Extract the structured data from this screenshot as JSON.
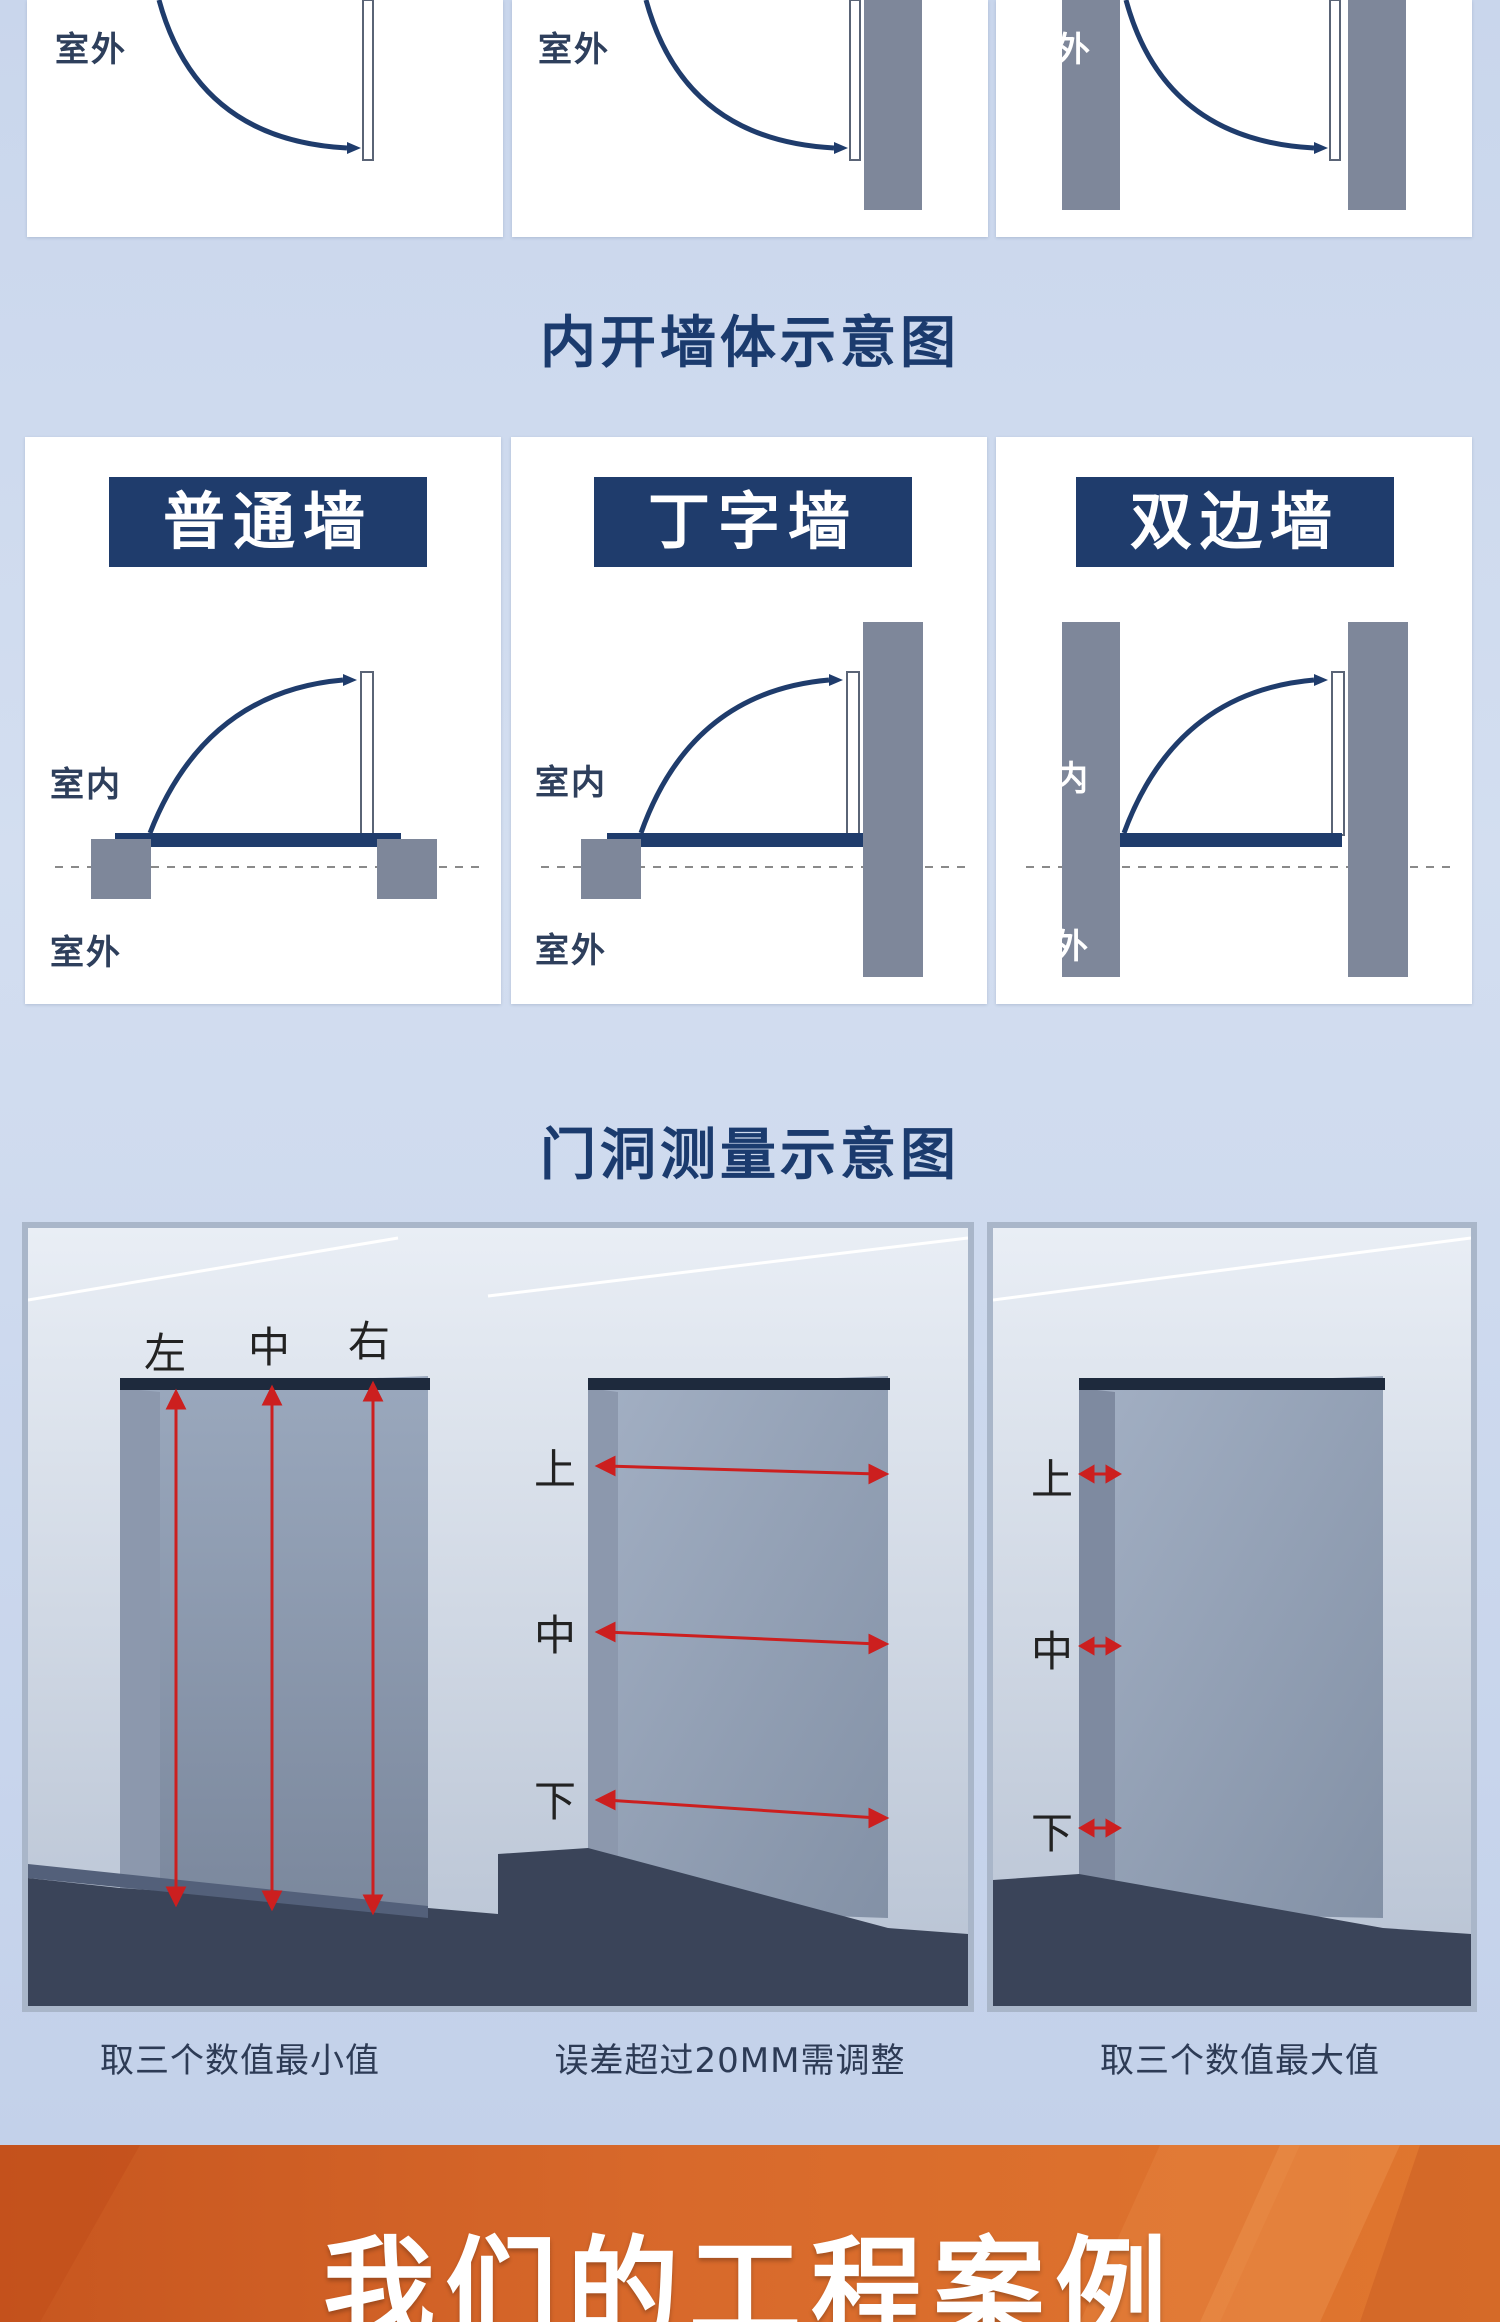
{
  "top_row": {
    "panels": [
      {
        "outdoor_label": "室外"
      },
      {
        "outdoor_label": "室外"
      },
      {
        "outdoor_label": "室外"
      }
    ]
  },
  "inward_section": {
    "title": "内开墙体示意图",
    "panels": [
      {
        "wall_type": "普通墙",
        "indoor_label": "室内",
        "outdoor_label": "室外"
      },
      {
        "wall_type": "丁字墙",
        "indoor_label": "室内",
        "outdoor_label": "室外"
      },
      {
        "wall_type": "双边墙",
        "indoor_label": "室内",
        "outdoor_label": "室外"
      }
    ]
  },
  "measure_section": {
    "title": "门洞测量示意图",
    "height_labels": [
      "左",
      "中",
      "右"
    ],
    "width_labels": [
      "上",
      "中",
      "下"
    ],
    "thickness_labels": [
      "上",
      "中",
      "下"
    ],
    "captions": [
      "取三个数值最小值",
      "误差超过20MM需调整",
      "取三个数值最大值"
    ]
  },
  "footer": {
    "title": "我们的工程案例"
  },
  "colors": {
    "navy": "#1f3c6c",
    "wall_gray": "#7e879a",
    "measure_red": "#cc1f1f",
    "footer_orange": "#d8692b"
  }
}
